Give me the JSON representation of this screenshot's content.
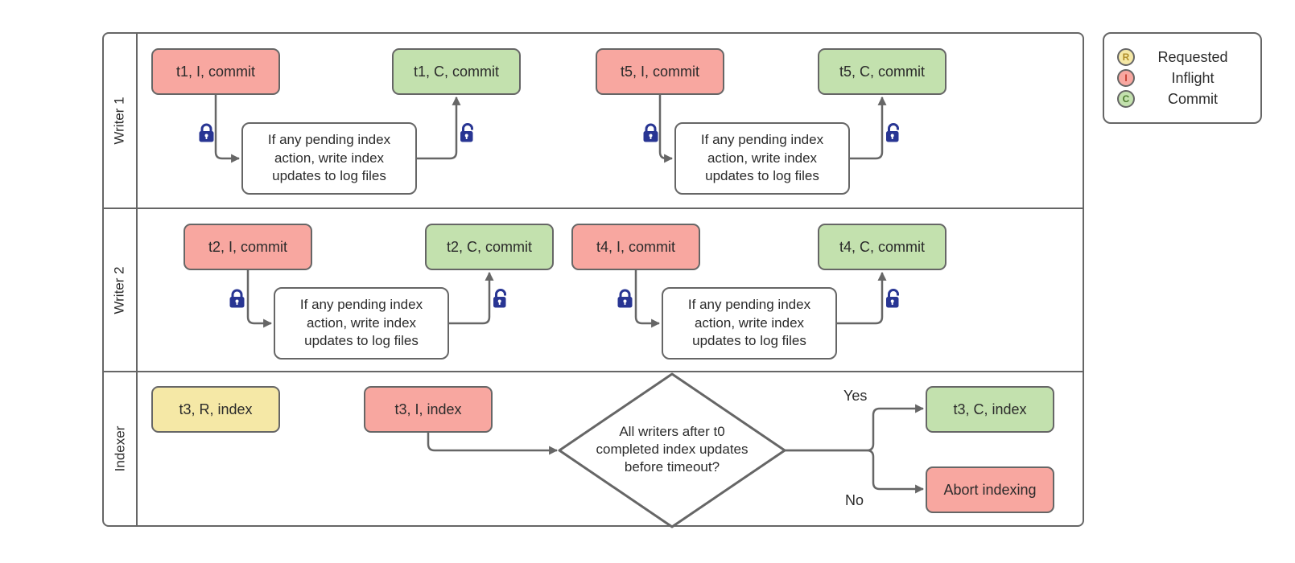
{
  "diagram": {
    "lanes": [
      {
        "label": "Writer 1"
      },
      {
        "label": "Writer 2"
      },
      {
        "label": "Indexer"
      }
    ],
    "nodes": {
      "t1_inflight": "t1, I, commit",
      "t1_commit": "t1, C, commit",
      "t5_inflight": "t5, I, commit",
      "t5_commit": "t5, C, commit",
      "t2_inflight": "t2, I, commit",
      "t2_commit": "t2, C, commit",
      "t4_inflight": "t4, I, commit",
      "t4_commit": "t4, C, commit",
      "t3_requested": "t3, R, index",
      "t3_inflight": "t3, I, index",
      "t3_commit": "t3, C, index",
      "abort": "Abort indexing",
      "process_note": "If any pending index\naction, write index\nupdates to log files",
      "decision": "All writers after t0\ncompleted index updates\nbefore timeout?"
    },
    "branch_labels": {
      "yes": "Yes",
      "no": "No"
    }
  },
  "legend": {
    "items": [
      {
        "glyph": "R",
        "label": "Requested",
        "fill": "#F5E8A6",
        "glyph_color": "#B08D2A"
      },
      {
        "glyph": "I",
        "label": "Inflight",
        "fill": "#F8A7A0",
        "glyph_color": "#C0392B"
      },
      {
        "glyph": "C",
        "label": "Commit",
        "fill": "#C3E1AE",
        "glyph_color": "#4C7A2E"
      }
    ]
  },
  "colors": {
    "inflight_fill": "#F8A7A0",
    "commit_fill": "#C3E1AE",
    "requested_fill": "#F5E8A6",
    "process_fill": "#FFFFFF",
    "border": "#666666",
    "connector": "#666666",
    "lock": "#283593",
    "text": "#2B2B2B"
  }
}
